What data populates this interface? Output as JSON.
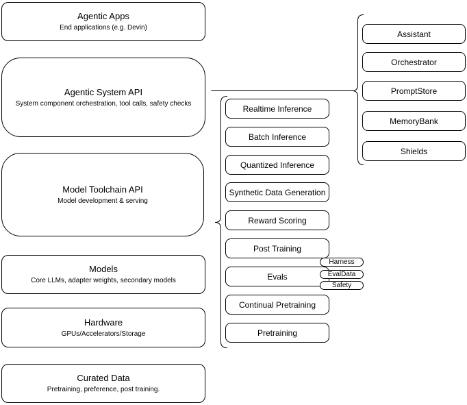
{
  "layers": [
    {
      "title": "Agentic Apps",
      "subtitle": "End applications (e.g. Devin)"
    },
    {
      "title": "Agentic System API",
      "subtitle": "System component orchestration, tool calls, safety checks"
    },
    {
      "title": "Model Toolchain API",
      "subtitle": "Model development & serving"
    },
    {
      "title": "Models",
      "subtitle": "Core LLMs, adapter weights, secondary models"
    },
    {
      "title": "Hardware",
      "subtitle": "GPUs/Accelerators/Storage"
    },
    {
      "title": "Curated Data",
      "subtitle": "Pretraining, preference, post training."
    }
  ],
  "toolchain_items": [
    "Realtime Inference",
    "Batch Inference",
    "Quantized Inference",
    "Synthetic Data Generation",
    "Reward Scoring",
    "Post Training",
    "Evals",
    "Continual Pretraining",
    "Pretraining"
  ],
  "evals_tags": [
    "Harness",
    "EvalData",
    "Safety"
  ],
  "system_components": [
    "Assistant",
    "Orchestrator",
    "PromptStore",
    "MemoryBank",
    "Shields"
  ],
  "colors": {
    "stroke": "#000000",
    "background": "#ffffff",
    "node_fill": "#ffffff"
  }
}
